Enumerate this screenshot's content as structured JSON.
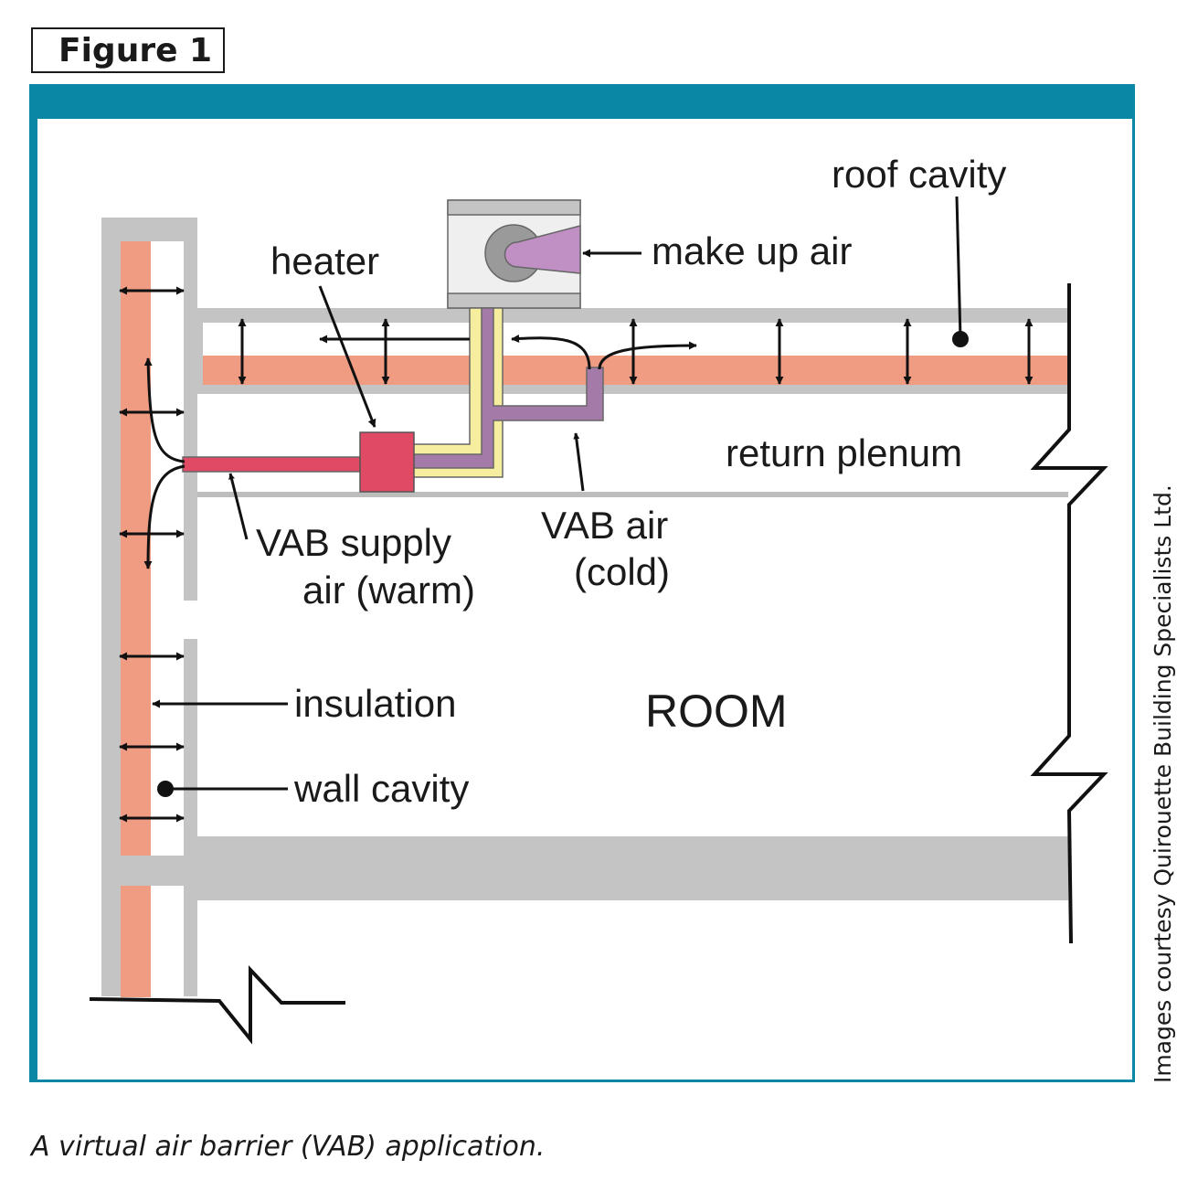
{
  "figure_label": "Figure 1",
  "labels": {
    "roof_cavity": "roof cavity",
    "make_up_air": "make up air",
    "heater": "heater",
    "return_plenum": "return plenum",
    "vab_supply_line1": "VAB supply",
    "vab_supply_line2": "air (warm)",
    "vab_air_line1": "VAB air",
    "vab_air_line2": "(cold)",
    "insulation": "insulation",
    "wall_cavity": "wall cavity",
    "room": "ROOM"
  },
  "credit": "Images courtesy Quirouette Building Specialists Ltd.",
  "caption": "A virtual air barrier (VAB) application.",
  "colors": {
    "frame_teal": "#0b87a6",
    "structure_gray": "#c4c4c4",
    "insulation_salmon": "#ef9c83",
    "warm_duct_red": "#e04a64",
    "cold_duct_purple": "#a47aa8",
    "make_up_air_purple": "#c08fc4",
    "duct_yellow": "#f6ee9e"
  }
}
